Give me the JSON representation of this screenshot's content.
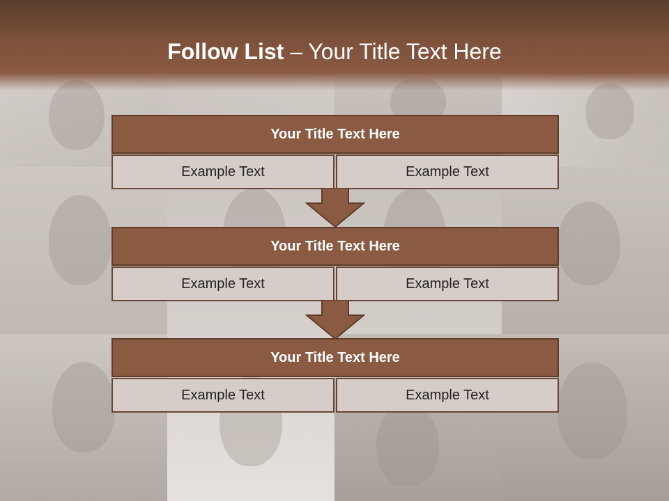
{
  "slide": {
    "title_bold": "Follow List",
    "title_rest": " – Your Title Text Here"
  },
  "blocks": [
    {
      "title": "Your Title Text Here",
      "left": "Example Text",
      "right": "Example Text"
    },
    {
      "title": "Your Title Text Here",
      "left": "Example Text",
      "right": "Example Text"
    },
    {
      "title": "Your Title Text Here",
      "left": "Example Text",
      "right": "Example Text"
    }
  ],
  "colors": {
    "header": "#8a5a43",
    "border": "#5e3b2a",
    "cell": "#d7cdc8",
    "arrow": "#8a5a43"
  },
  "icons": [
    "down-arrow-icon"
  ]
}
